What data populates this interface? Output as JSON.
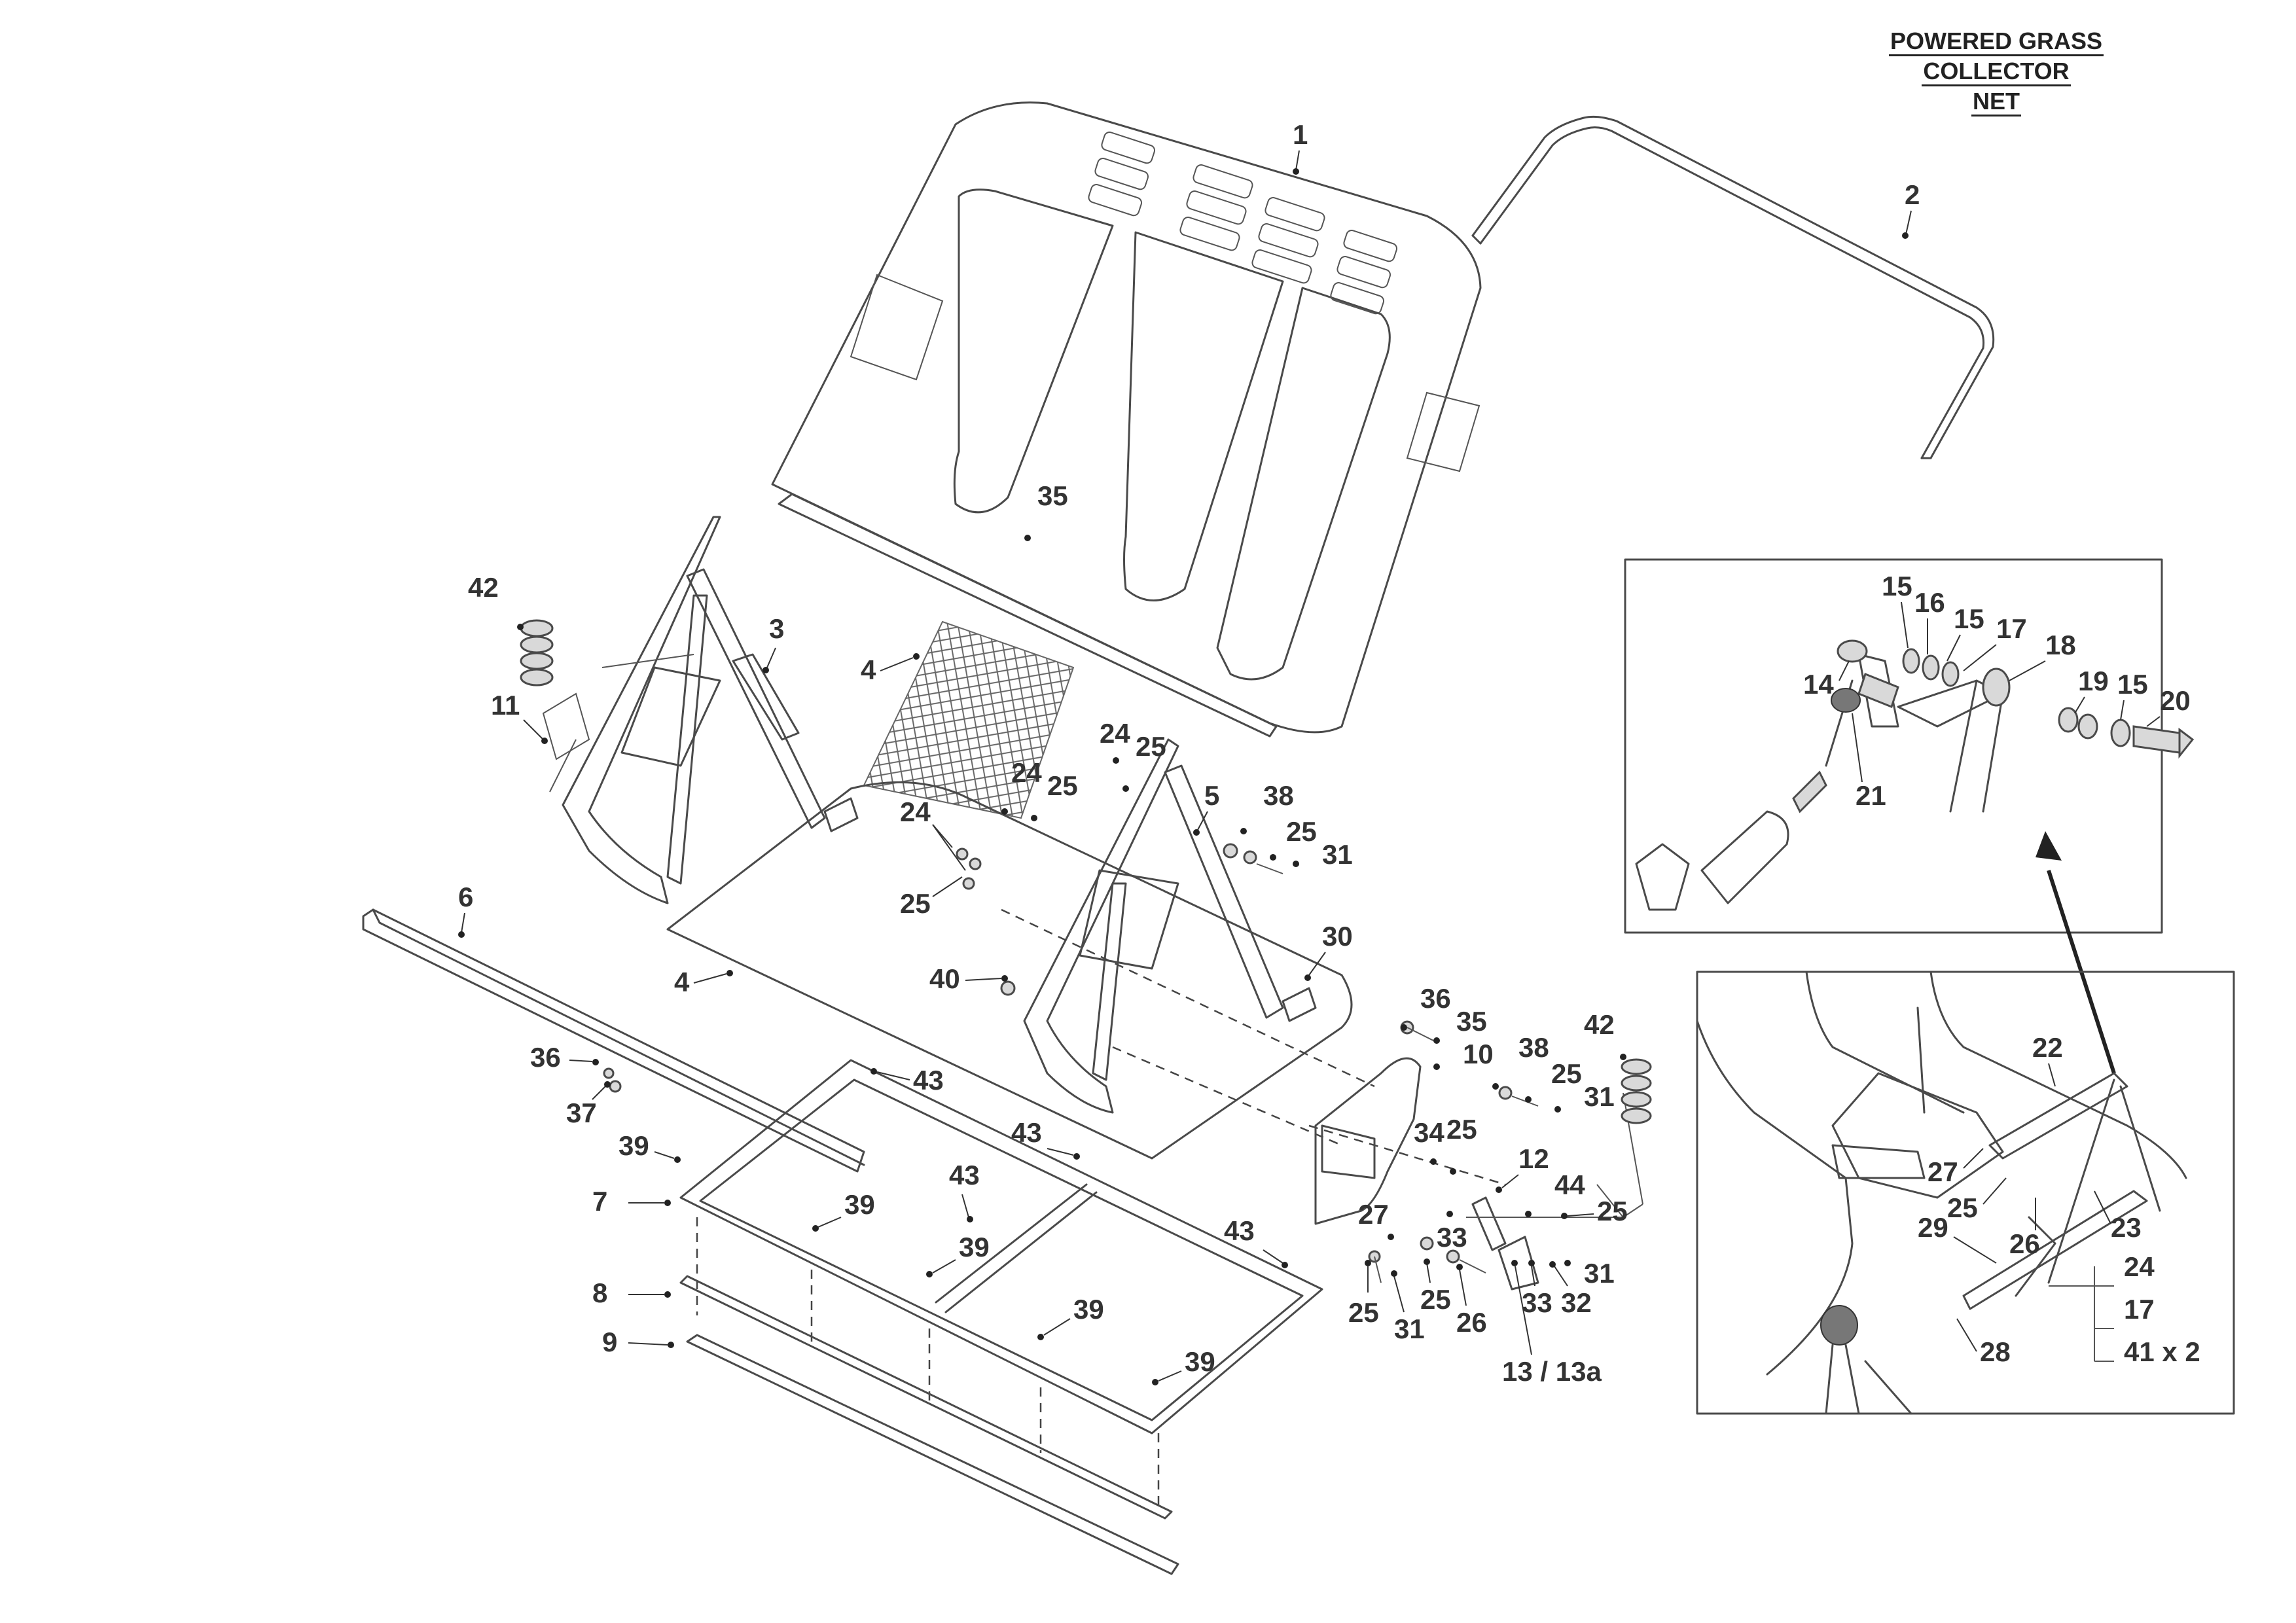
{
  "title": {
    "lines": [
      "POWERED GRASS",
      "COLLECTOR",
      "NET"
    ]
  },
  "callouts": [
    "1",
    "2",
    "35",
    "42",
    "3",
    "11",
    "4",
    "24",
    "25",
    "24",
    "25",
    "5",
    "38",
    "25",
    "31",
    "24",
    "25",
    "6",
    "30",
    "40",
    "4",
    "36",
    "35",
    "36",
    "37",
    "10",
    "38",
    "25",
    "31",
    "42",
    "43",
    "43",
    "39",
    "43",
    "7",
    "34",
    "25",
    "12",
    "44",
    "25",
    "39",
    "27",
    "33",
    "39",
    "43",
    "31",
    "8",
    "39",
    "25",
    "25",
    "26",
    "33",
    "32",
    "31",
    "9",
    "39",
    "13 / 13a"
  ],
  "inset_top_callouts": [
    "15",
    "16",
    "15",
    "17",
    "18",
    "14",
    "19",
    "15",
    "20",
    "21"
  ],
  "inset_bottom_callouts": [
    "22",
    "27",
    "25",
    "29",
    "26",
    "23",
    "24",
    "17",
    "41 x 2",
    "28"
  ]
}
